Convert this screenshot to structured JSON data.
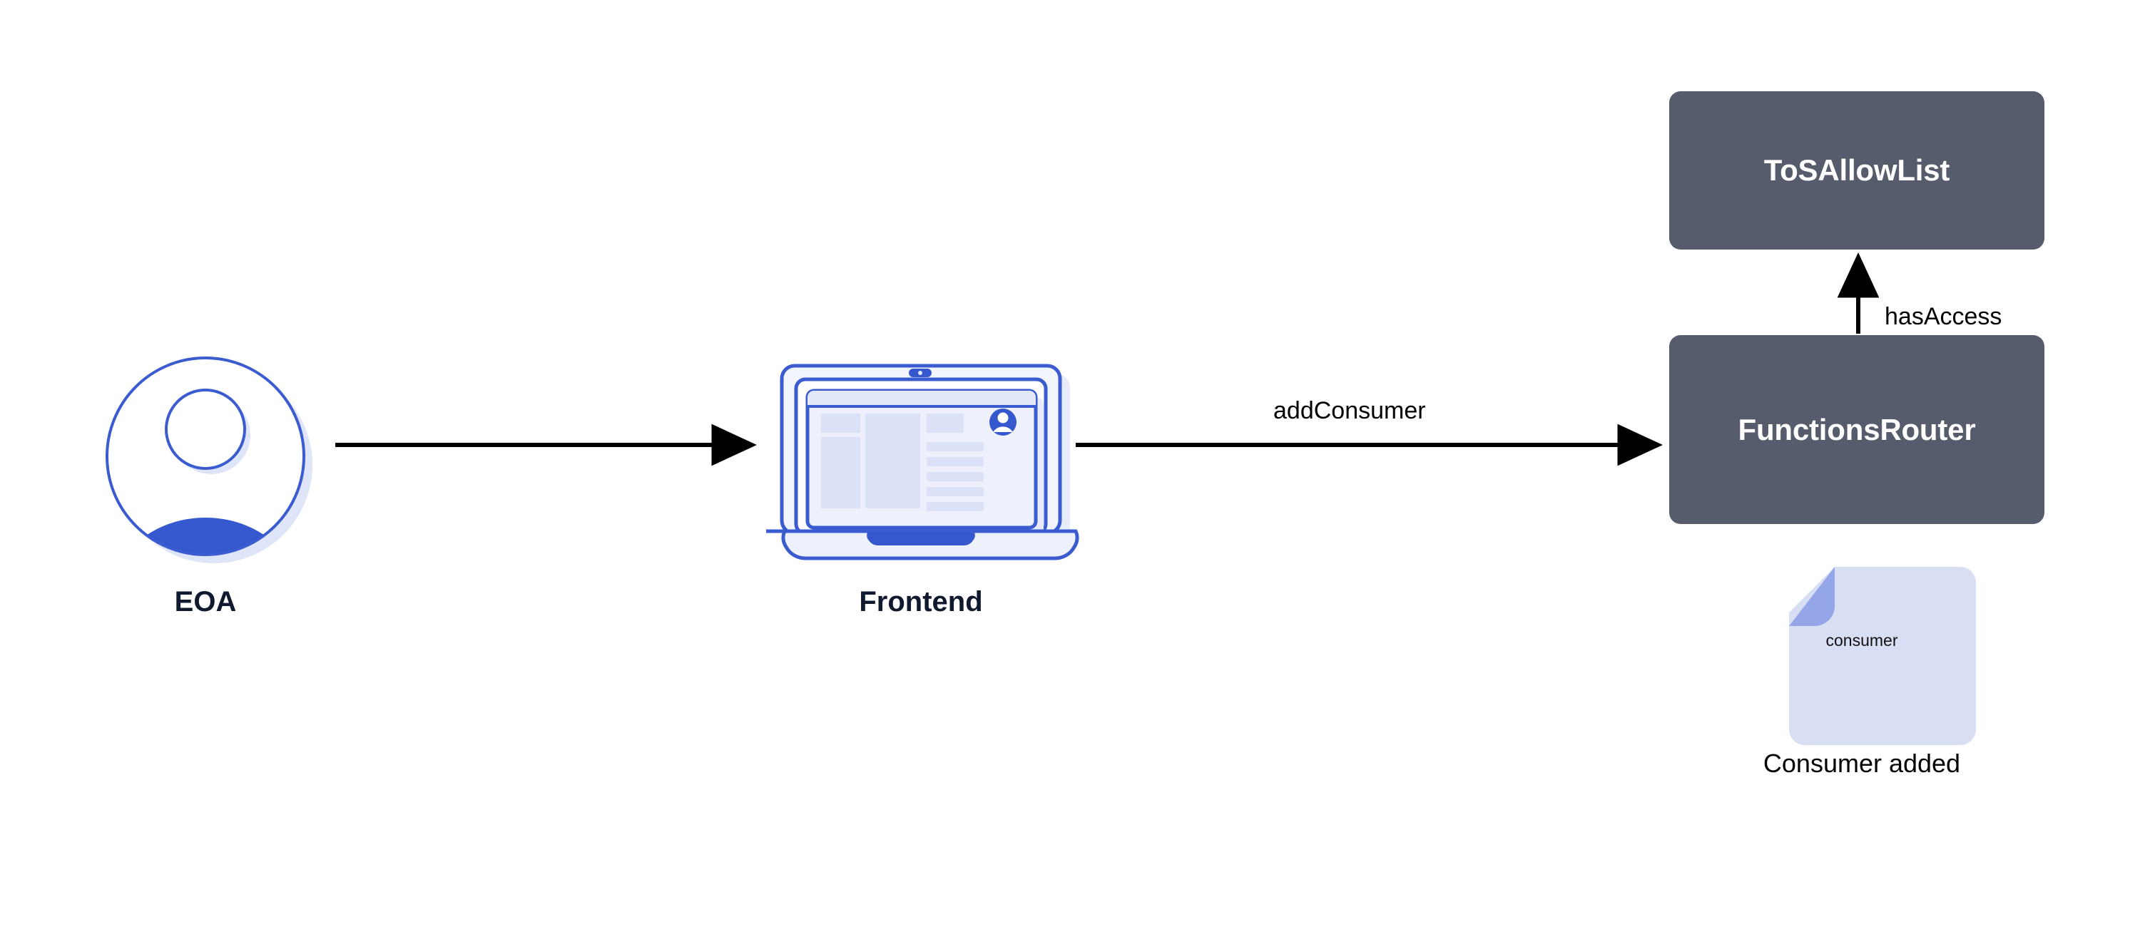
{
  "diagram": {
    "title": "Chainlink Functions consumer registration flow",
    "background": "#ffffff",
    "colors": {
      "box_fill": "#565c6c",
      "box_text": "#ffffff",
      "caption_text": "#101a2e",
      "plain_text": "#000000",
      "arrow": "#000000",
      "accent_blue": "#3558ce",
      "icon_outline": "#3b5bd0",
      "icon_shadow": "#dfe5f8",
      "file_body": "#d8dff5",
      "file_fold": "#94a6e8",
      "screen_bg": "#eef1fb",
      "screen_block": "#dbe2f7"
    }
  },
  "nodes": [
    {
      "id": "eoa",
      "kind": "actor-icon",
      "icon": "user-avatar-icon",
      "label": "EOA"
    },
    {
      "id": "frontend",
      "kind": "device-icon",
      "icon": "laptop-icon",
      "label": "Frontend"
    },
    {
      "id": "tos_allow_list",
      "kind": "contract-box",
      "label": "ToSAllowList"
    },
    {
      "id": "functions_router",
      "kind": "contract-box",
      "label": "FunctionsRouter"
    },
    {
      "id": "consumer_file",
      "kind": "file-icon",
      "icon": "document-icon",
      "file_label": "consumer",
      "label": "Consumer added"
    }
  ],
  "edges": [
    {
      "id": "eoa-to-frontend",
      "from": "eoa",
      "to": "frontend",
      "label": "",
      "direction": "right"
    },
    {
      "id": "frontend-to-router",
      "from": "frontend",
      "to": "functions_router",
      "label": "addConsumer",
      "direction": "right"
    },
    {
      "id": "router-to-allowlist",
      "from": "functions_router",
      "to": "tos_allow_list",
      "label": "hasAccess",
      "direction": "up"
    }
  ],
  "laptop_screen": {
    "avatar": "user-avatar-small-icon",
    "text_lines": 5
  }
}
